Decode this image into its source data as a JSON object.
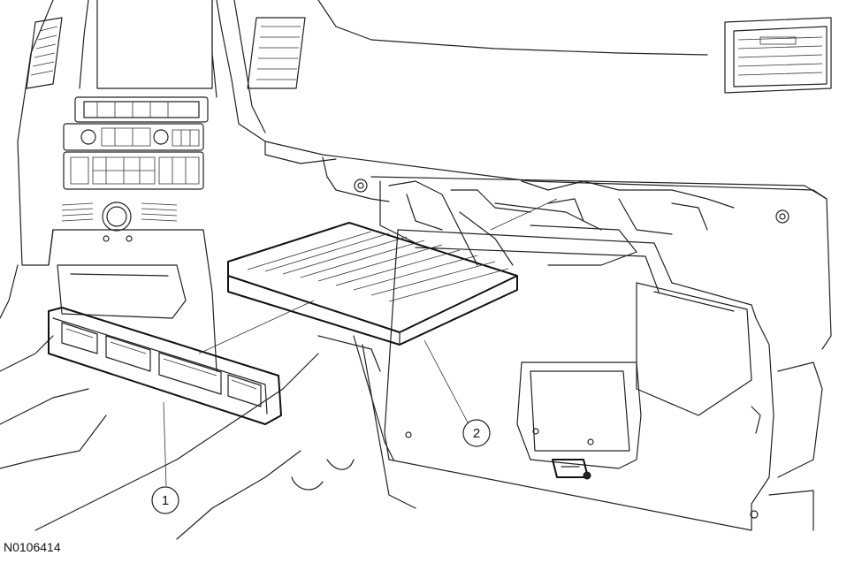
{
  "figure": {
    "id": "N0106414"
  },
  "callouts": [
    {
      "label": "1"
    },
    {
      "label": "2"
    }
  ]
}
